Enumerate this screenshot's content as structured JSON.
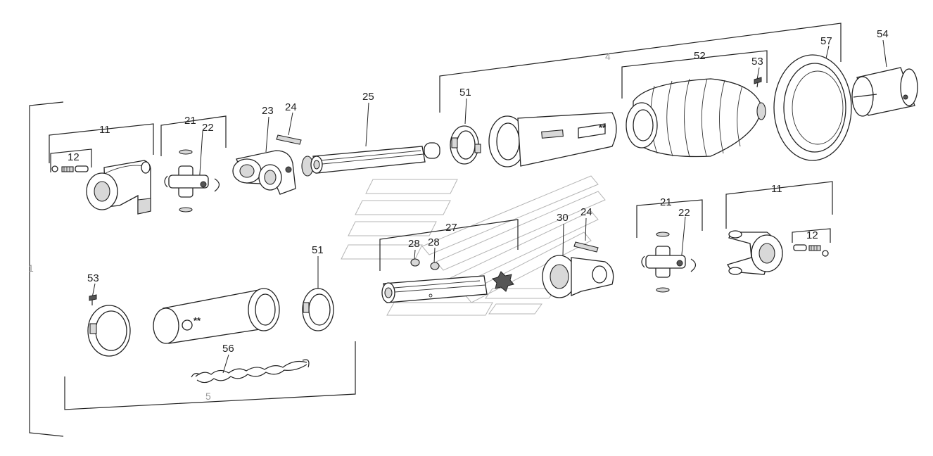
{
  "callouts": {
    "c1": "1",
    "c4": "4",
    "c5": "5",
    "c11_left": "11",
    "c12_left": "12",
    "c21_left": "21",
    "c22_left": "22",
    "c23": "23",
    "c24_top": "24",
    "c25": "25",
    "c51_top": "51",
    "c52": "52",
    "c53_top": "53",
    "c57": "57",
    "c54": "54",
    "c53_left": "53",
    "c51_bottom": "51",
    "c56": "56",
    "c27": "27",
    "c28_a": "28",
    "c28_b": "28",
    "c30": "30",
    "c24_bottom": "24",
    "c21_right": "21",
    "c22_right": "22",
    "c11_right": "11",
    "c12_right": "12"
  },
  "marks": {
    "double_star_top": "**",
    "double_star_bottom": "**"
  },
  "colors": {
    "line": "#222222",
    "ghost": "#b5b5b5",
    "fill": "#ffffff",
    "shade": "#d8d8d8"
  }
}
